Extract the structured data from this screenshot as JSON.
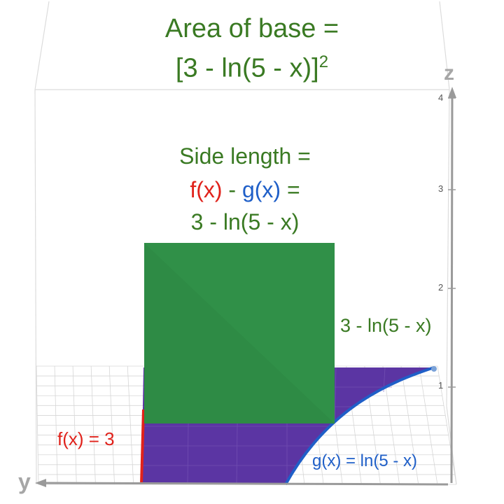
{
  "colors": {
    "green_text": "#3a7a23",
    "red": "#e0221b",
    "blue": "#1f5fc8",
    "square": "#2e8b45",
    "base_region": "#5b35a3",
    "grid": "#d6d6d6",
    "axis": "#9a9a9a"
  },
  "title": {
    "line1": "Area of base =",
    "line2_main": "[3 - ln(5 - x)]",
    "line2_sup": "2"
  },
  "side_length": {
    "line1": "Side length =",
    "fx": "f(x)",
    "minus": " - ",
    "gx": "g(x)",
    "equals": " =",
    "line3": "3 - ln(5 - x)"
  },
  "square_height_label": "3 - ln(5 - x)",
  "f_label": "f(x) = 3",
  "g_label": "g(x) = ln(5 - x)",
  "axes": {
    "z_label": "z",
    "y_label": "y",
    "z_ticks": [
      "1",
      "2",
      "3",
      "4"
    ]
  }
}
